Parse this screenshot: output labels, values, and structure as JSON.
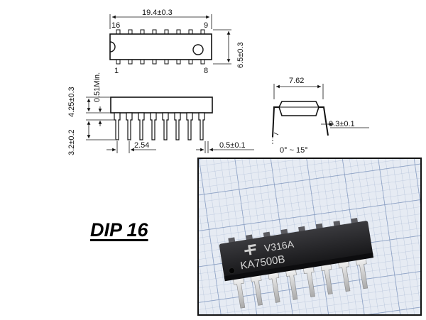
{
  "title": "DIP 16",
  "top_view": {
    "length_dim": "19.4±0.3",
    "width_dim": "6.5±0.3",
    "pin_labels": {
      "top_left": "16",
      "top_right": "9",
      "bottom_left": "1",
      "bottom_right": "8"
    }
  },
  "side_view": {
    "standoff_dim": "0.51Min.",
    "body_height_dim": "4.25±0.3",
    "lead_length_dim": "3.2±0.2",
    "pitch_dim": "2.54",
    "lead_width_dim": "0.5±0.1"
  },
  "end_view": {
    "row_spacing_dim": "7.62",
    "lead_thickness_dim": "0.3±0.1",
    "angle_dim": "0° ~ 15°"
  },
  "photo": {
    "marking_line1": "V316A",
    "marking_line2": "KA7500B",
    "colors": {
      "grid_bg": "#e6ebf3",
      "grid_line": "#9fb2d0",
      "chip_body": "#1b1b1d",
      "lead": "#d8d8d8"
    }
  }
}
